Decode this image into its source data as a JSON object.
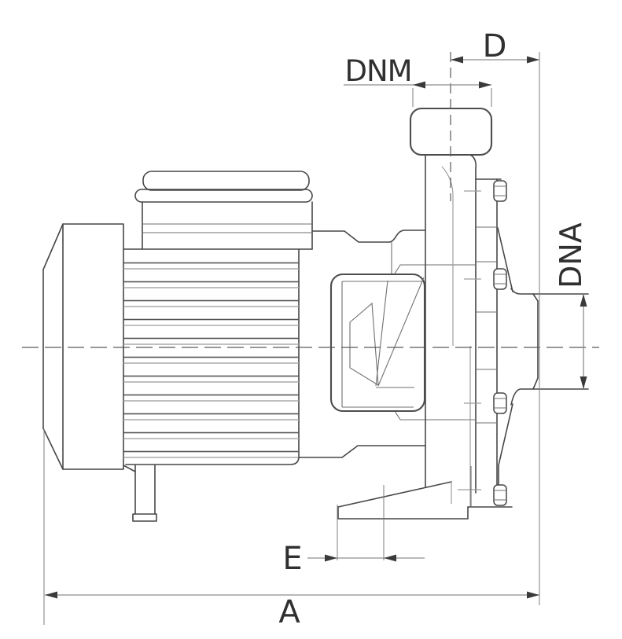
{
  "dimension_labels": {
    "overall_length": "A",
    "foot_offset": "E",
    "discharge_to_face": "D",
    "discharge_port": "DNM",
    "suction_port": "DNA"
  },
  "colors": {
    "background": "#ffffff",
    "outline": "#474747",
    "light_line": "#9e9e9e",
    "dimension_line": "#8d8d8d",
    "text": "#303030"
  }
}
